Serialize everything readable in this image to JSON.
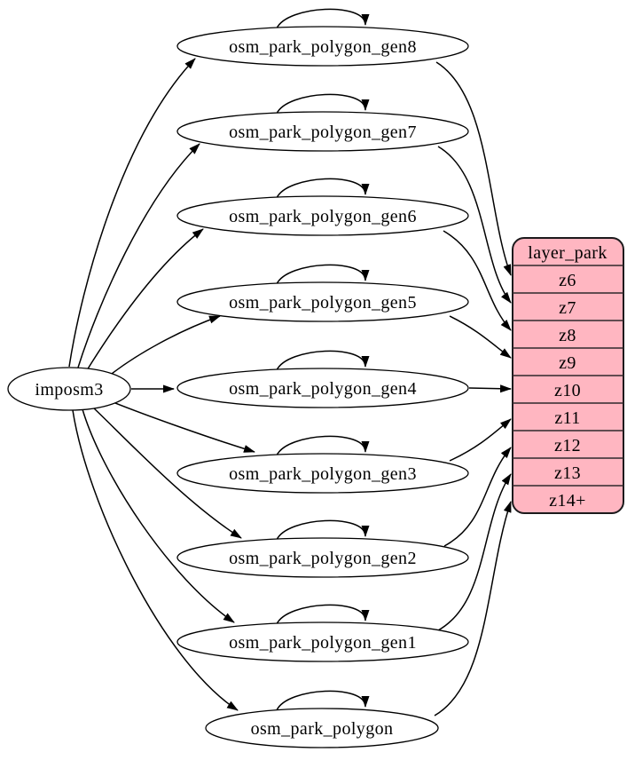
{
  "diagram": {
    "type": "graphviz-dependency-graph",
    "source_node": {
      "label": "imposm3"
    },
    "tables": [
      {
        "label": "osm_park_polygon_gen8",
        "target_zoom": "z6"
      },
      {
        "label": "osm_park_polygon_gen7",
        "target_zoom": "z7"
      },
      {
        "label": "osm_park_polygon_gen6",
        "target_zoom": "z8"
      },
      {
        "label": "osm_park_polygon_gen5",
        "target_zoom": "z9"
      },
      {
        "label": "osm_park_polygon_gen4",
        "target_zoom": "z10"
      },
      {
        "label": "osm_park_polygon_gen3",
        "target_zoom": "z11"
      },
      {
        "label": "osm_park_polygon_gen2",
        "target_zoom": "z12"
      },
      {
        "label": "osm_park_polygon_gen1",
        "target_zoom": "z13"
      },
      {
        "label": "osm_park_polygon",
        "target_zoom": "z14+"
      }
    ],
    "layer_table": {
      "title": "layer_park",
      "rows": [
        "z6",
        "z7",
        "z8",
        "z9",
        "z10",
        "z11",
        "z12",
        "z13",
        "z14+"
      ]
    },
    "edges": [
      {
        "from": "imposm3",
        "to": "osm_park_polygon_gen8"
      },
      {
        "from": "imposm3",
        "to": "osm_park_polygon_gen7"
      },
      {
        "from": "imposm3",
        "to": "osm_park_polygon_gen6"
      },
      {
        "from": "imposm3",
        "to": "osm_park_polygon_gen5"
      },
      {
        "from": "imposm3",
        "to": "osm_park_polygon_gen4"
      },
      {
        "from": "imposm3",
        "to": "osm_park_polygon_gen3"
      },
      {
        "from": "imposm3",
        "to": "osm_park_polygon_gen2"
      },
      {
        "from": "imposm3",
        "to": "osm_park_polygon_gen1"
      },
      {
        "from": "imposm3",
        "to": "osm_park_polygon"
      },
      {
        "from": "osm_park_polygon_gen8",
        "to": "z6"
      },
      {
        "from": "osm_park_polygon_gen7",
        "to": "z7"
      },
      {
        "from": "osm_park_polygon_gen6",
        "to": "z8"
      },
      {
        "from": "osm_park_polygon_gen5",
        "to": "z9"
      },
      {
        "from": "osm_park_polygon_gen4",
        "to": "z10"
      },
      {
        "from": "osm_park_polygon_gen3",
        "to": "z11"
      },
      {
        "from": "osm_park_polygon_gen2",
        "to": "z12"
      },
      {
        "from": "osm_park_polygon_gen1",
        "to": "z13"
      },
      {
        "from": "osm_park_polygon",
        "to": "z14+"
      }
    ],
    "self_loops": [
      "osm_park_polygon_gen8",
      "osm_park_polygon_gen7",
      "osm_park_polygon_gen6",
      "osm_park_polygon_gen5",
      "osm_park_polygon_gen4",
      "osm_park_polygon_gen3",
      "osm_park_polygon_gen2",
      "osm_park_polygon_gen1",
      "osm_park_polygon"
    ],
    "colors": {
      "table_fill": "#ffb6c1",
      "node_fill": "#ffffff",
      "stroke": "#000000",
      "text": "#000000"
    }
  }
}
